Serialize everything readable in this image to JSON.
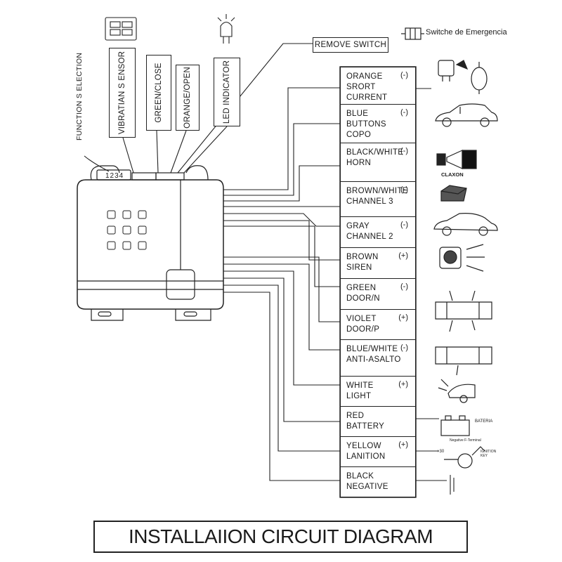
{
  "top_labels": {
    "function_selection": "FUNCTION S ELECTION",
    "vibration_sensor": "VIBRATIAN S ENSOR",
    "green_close": "GREEN/CLOSE",
    "orange_open": "ORANGE/OPEN",
    "led_indicator": "LED INDICATOR"
  },
  "connector_numbers": "1234",
  "remove_switch": "REMOVE SWITCH",
  "emergency_switch": "Switche de Emergencia",
  "wires": [
    {
      "l1": "ORANGE",
      "l2": "SRORT",
      "l3": "CURRENT",
      "pol": "(-)",
      "icon": "relay-icon"
    },
    {
      "l1": "BLUE",
      "l2": "BUTTONS",
      "l3": "COPO",
      "pol": "(-)",
      "icon": "car-side-icon"
    },
    {
      "l1": "BLACK/WHITE",
      "l2": "HORN",
      "l3": "",
      "pol": "(-)",
      "icon": "horn-icon"
    },
    {
      "l1": "BROWN/WHITE",
      "l2": "CHANNEL 3",
      "l3": "",
      "pol": "(-)",
      "icon": "module-box-icon"
    },
    {
      "l1": "GRAY",
      "l2": "CHANNEL 2",
      "l3": "",
      "pol": "(-)",
      "icon": "car-side-icon"
    },
    {
      "l1": "BROWN",
      "l2": "SIREN",
      "l3": "",
      "pol": "(+)",
      "icon": "siren-icon"
    },
    {
      "l1": "GREEN",
      "l2": "DOOR/N",
      "l3": "",
      "pol": "(-)",
      "icon": "car-doors-open-icon"
    },
    {
      "l1": "VIOLET",
      "l2": "DOOR/P",
      "l3": "",
      "pol": "(+)",
      "icon": "car-doors-open-icon"
    },
    {
      "l1": "BLUE/WHITE",
      "l2": "ANTI-ASALTO",
      "l3": "",
      "pol": "(-)",
      "icon": "car-top-icon"
    },
    {
      "l1": "WHITE",
      "l2": "LIGHT",
      "l3": "",
      "pol": "(+)",
      "icon": "headlight-icon"
    },
    {
      "l1": "RED",
      "l2": "BATTERY",
      "l3": "",
      "pol": "",
      "icon": "battery-icon"
    },
    {
      "l1": "YELLOW",
      "l2": "LANITION",
      "l3": "",
      "pol": "(+)",
      "icon": "ignition-key-icon"
    },
    {
      "l1": "BLACK",
      "l2": "NEGATIVE",
      "l3": "",
      "pol": "",
      "icon": "ground-icon"
    }
  ],
  "icon_labels": {
    "claxon": "CLAXON",
    "bateria": "BATERIA",
    "battery_small": "Negative F-Terminal",
    "ignition_plus": "+30",
    "ignition_key": "IGNITION KEY"
  },
  "title": "INSTALLAIION CIRCUIT DIAGRAM"
}
